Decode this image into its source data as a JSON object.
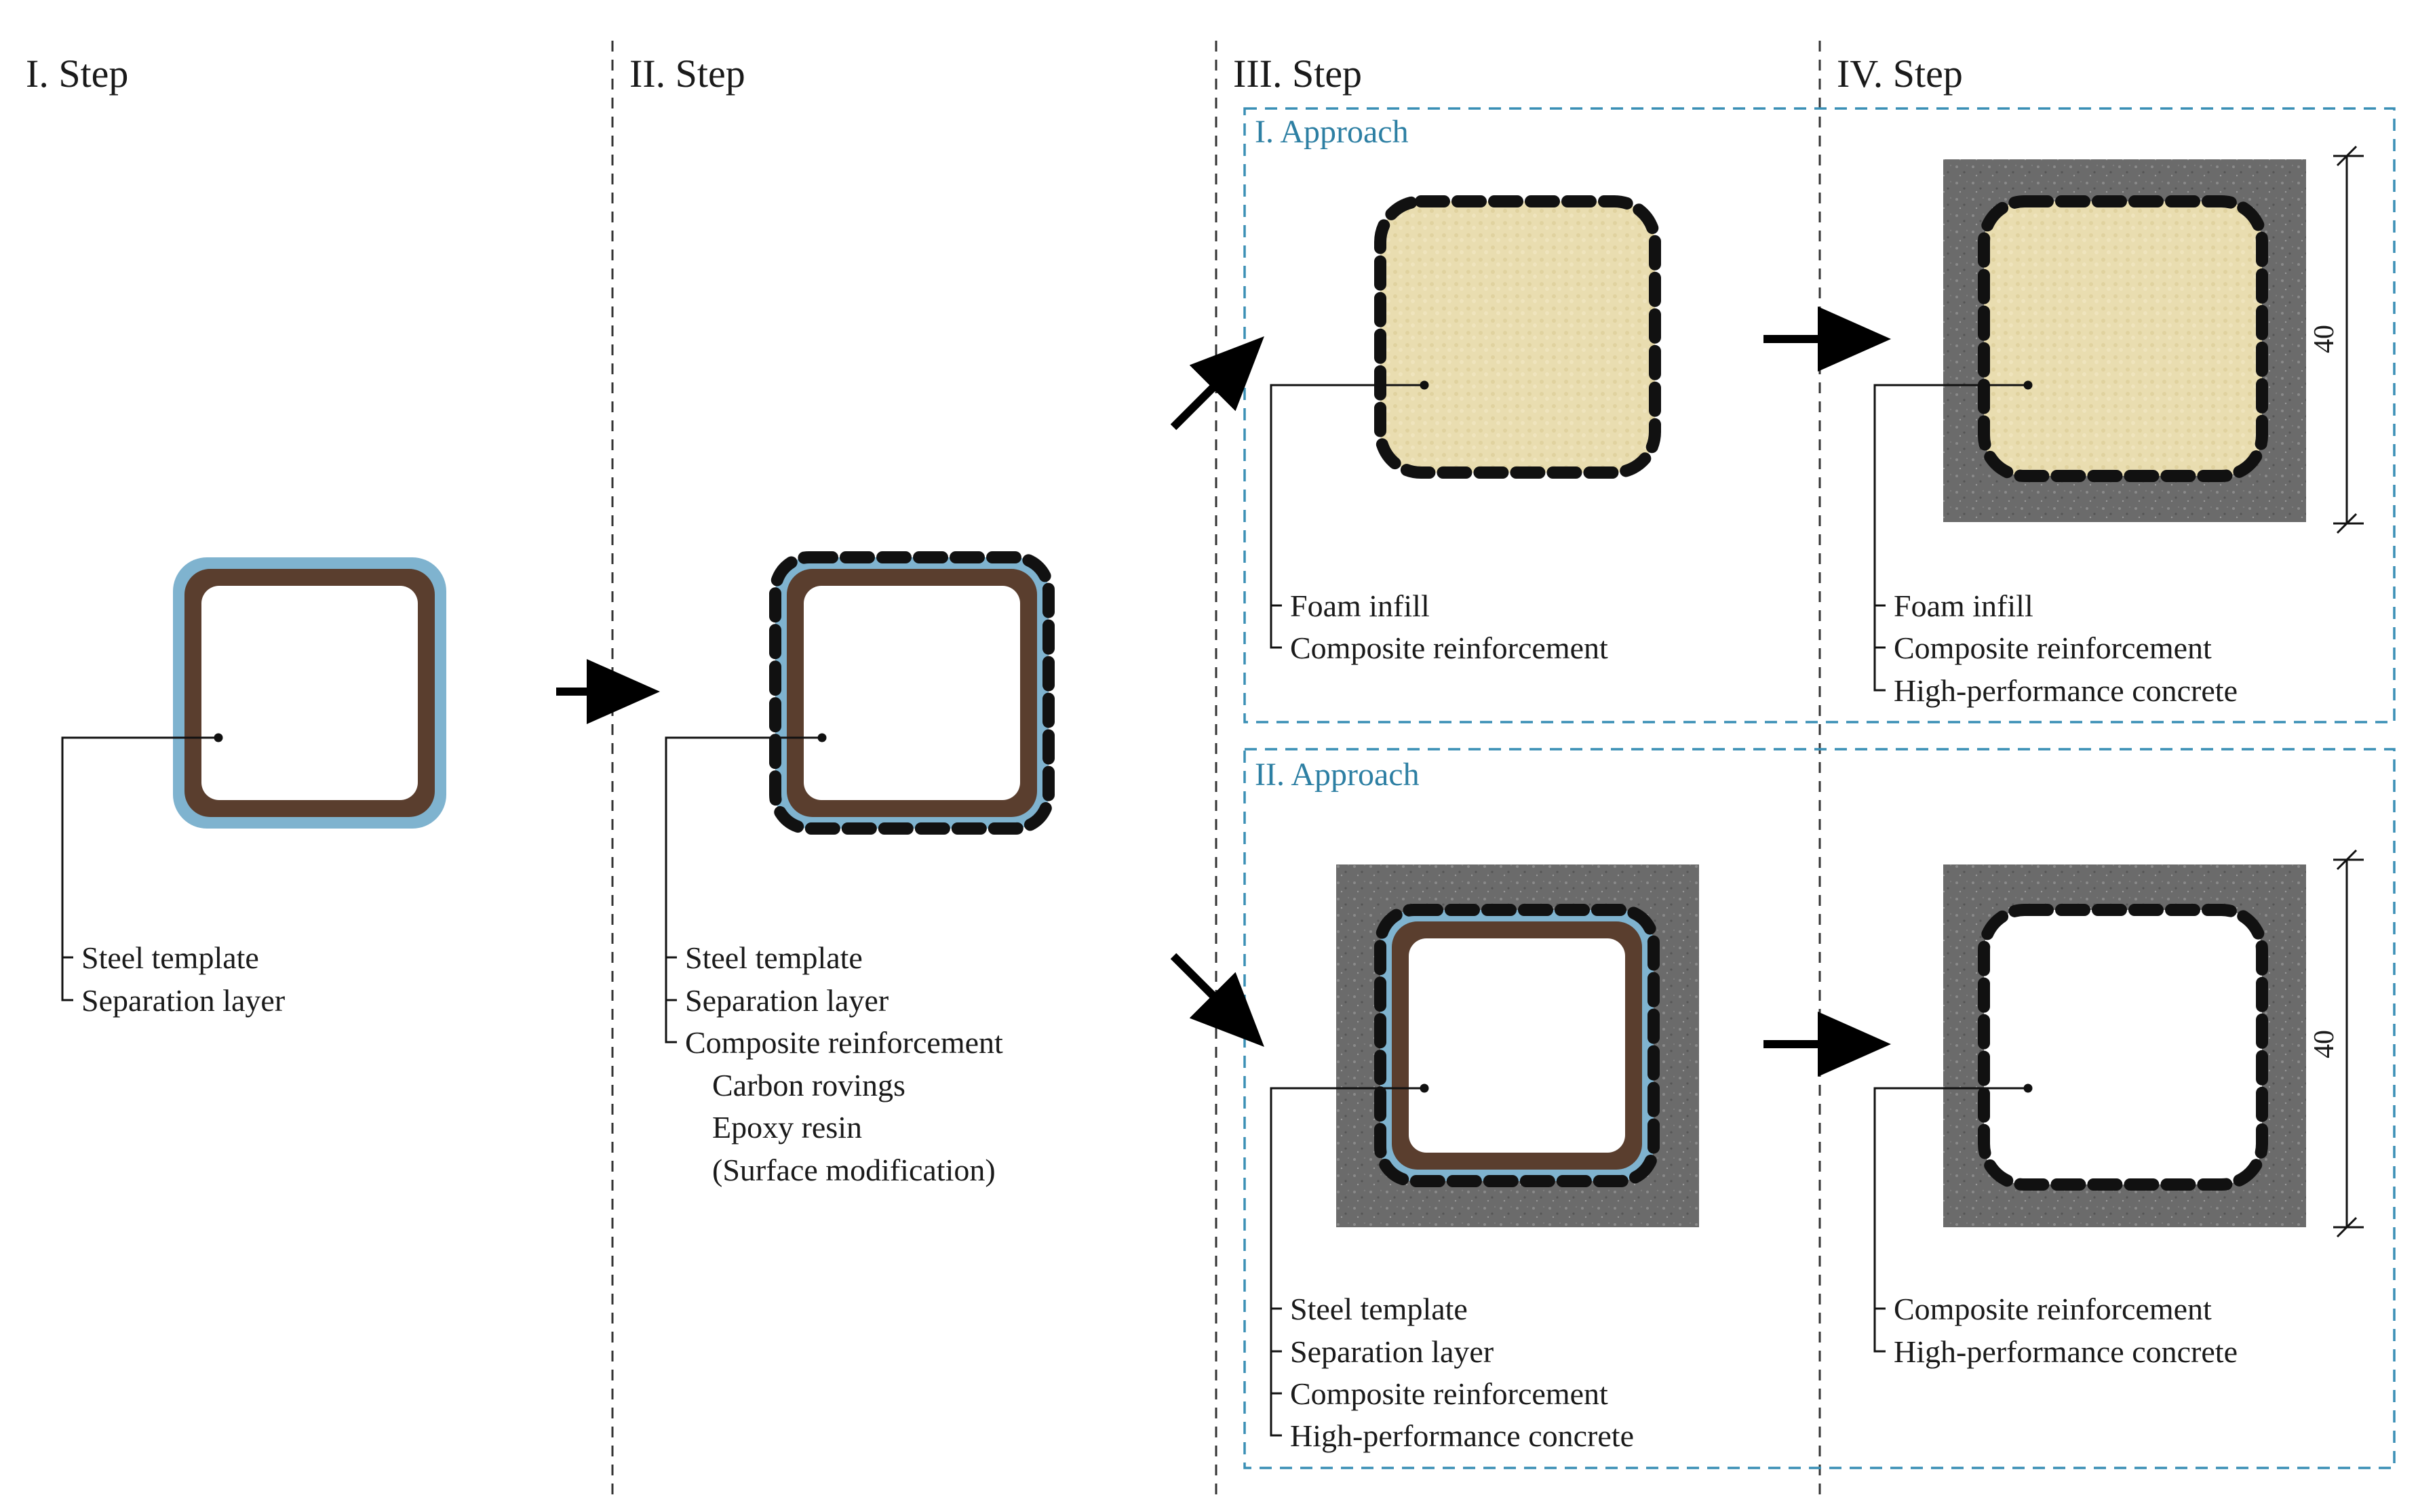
{
  "steps": [
    "I. Step",
    "II. Step",
    "III. Step",
    "IV. Step"
  ],
  "approaches": [
    "I. Approach",
    "II. Approach"
  ],
  "legends": {
    "step1": [
      "Steel template",
      "Separation layer"
    ],
    "step2": [
      "Steel template",
      "Separation layer",
      "Composite reinforcement"
    ],
    "step2_sub": [
      "Carbon rovings",
      "Epoxy resin",
      "(Surface modification)"
    ],
    "step3_a1": [
      "Foam infill",
      "Composite reinforcement"
    ],
    "step4_a1": [
      "Foam infill",
      "Composite reinforcement",
      "High-performance concrete"
    ],
    "step3_a2": [
      "Steel template",
      "Separation layer",
      "Composite reinforcement",
      "High-performance concrete"
    ],
    "step4_a2": [
      "Composite reinforcement",
      "High-performance concrete"
    ]
  },
  "dimension": "40",
  "colors": {
    "steel": "#5a3e2e",
    "separation": "#7fb3cf",
    "foam": "#e9ddb0",
    "concrete": "#6e6e6e",
    "composite": "#111111",
    "approach_frame": "#3a8fb5",
    "divider": "#333333"
  }
}
